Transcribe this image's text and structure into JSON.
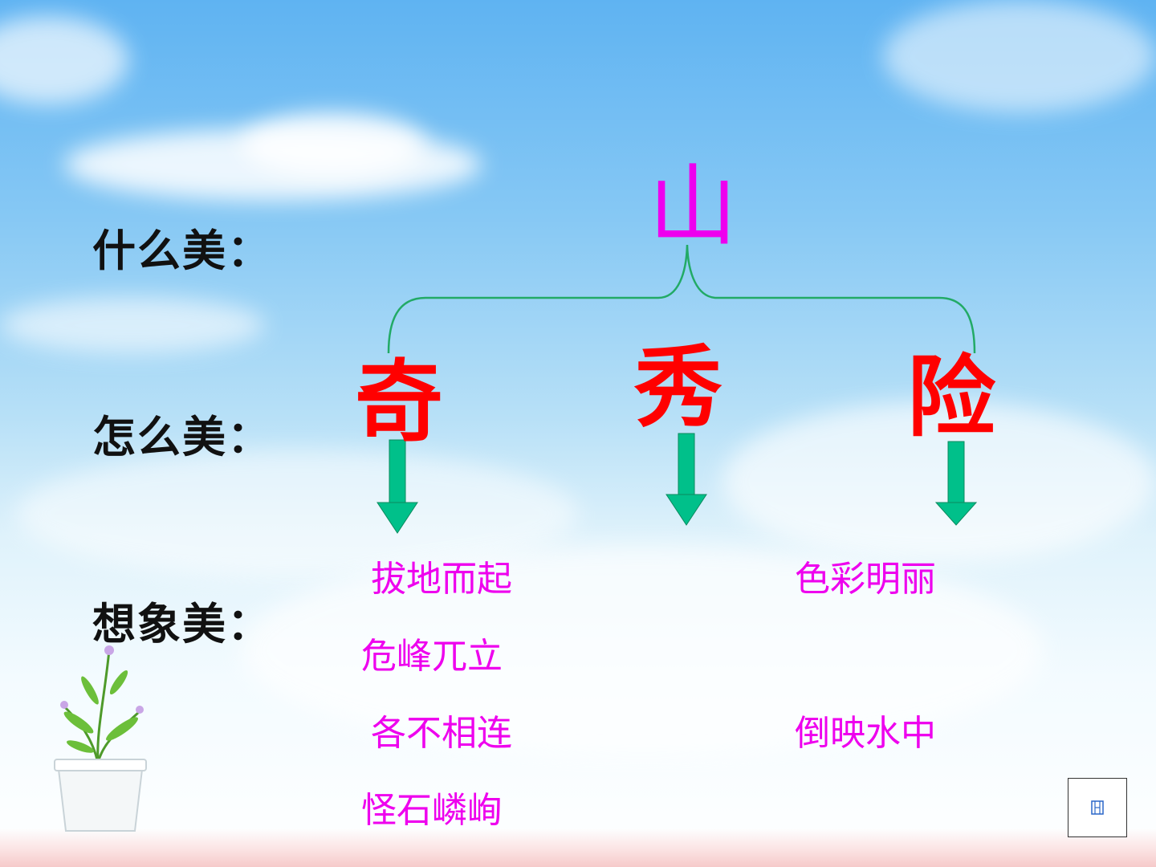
{
  "rows": {
    "what": "什么美：",
    "how": "怎么美：",
    "imagine": "想象美："
  },
  "top_char": "山",
  "branches": [
    {
      "char": "奇",
      "color": "#ff0000"
    },
    {
      "char": "秀",
      "color": "#ff0000"
    },
    {
      "char": "险",
      "color": "#ff0000"
    }
  ],
  "phrases": {
    "qi": [
      "拔地而起",
      "危峰兀立",
      "各不相连",
      "怪石嶙峋"
    ],
    "xian": [
      "色彩明丽",
      "倒映水中"
    ]
  },
  "colors": {
    "top_char": "#ee00ee",
    "phrase": "#ee00ee",
    "brace": "#22aa66",
    "arrow": "#00c08a"
  },
  "icons": {
    "film_button": "film-icon",
    "plant": "potted-plant-illustration"
  }
}
